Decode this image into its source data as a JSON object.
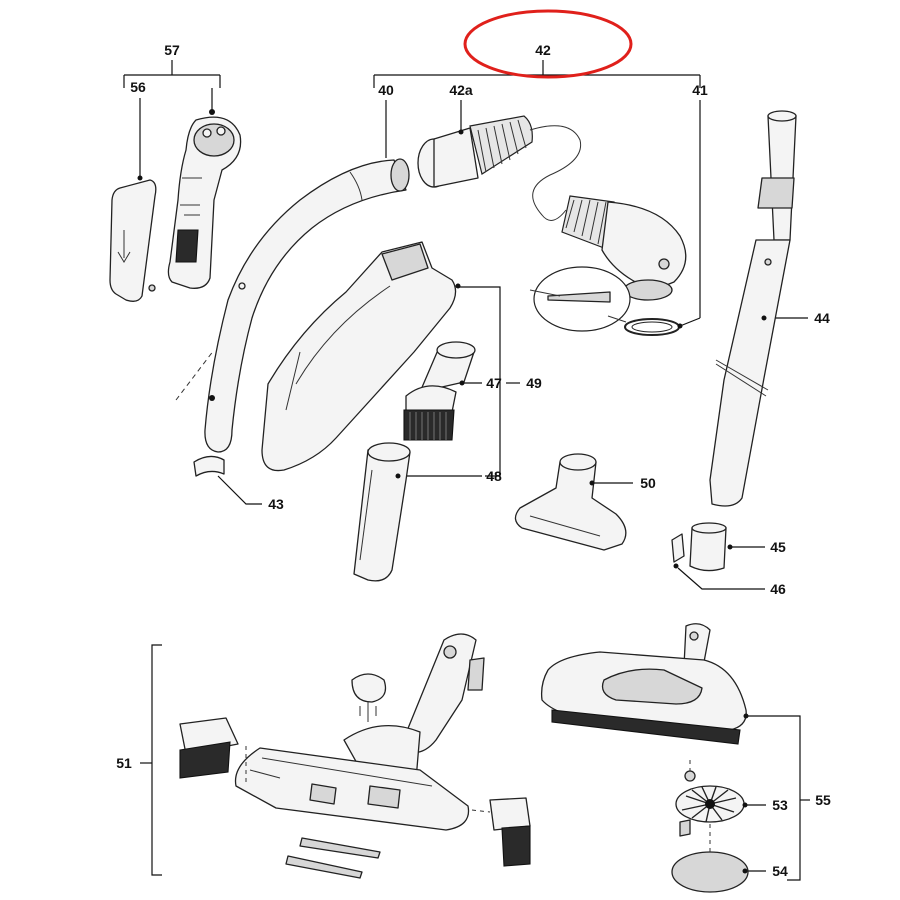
{
  "labels": {
    "p57": "57",
    "p56": "56",
    "p42": "42",
    "p40": "40",
    "p42a": "42a",
    "p41": "41",
    "p44": "44",
    "p47": "47",
    "p49": "49",
    "p48": "48",
    "p50": "50",
    "p43": "43",
    "p45": "45",
    "p46": "46",
    "p51": "51",
    "p55": "55",
    "p53": "53",
    "p54": "54"
  },
  "highlight": {
    "target": "42",
    "color": "#e0201b"
  }
}
